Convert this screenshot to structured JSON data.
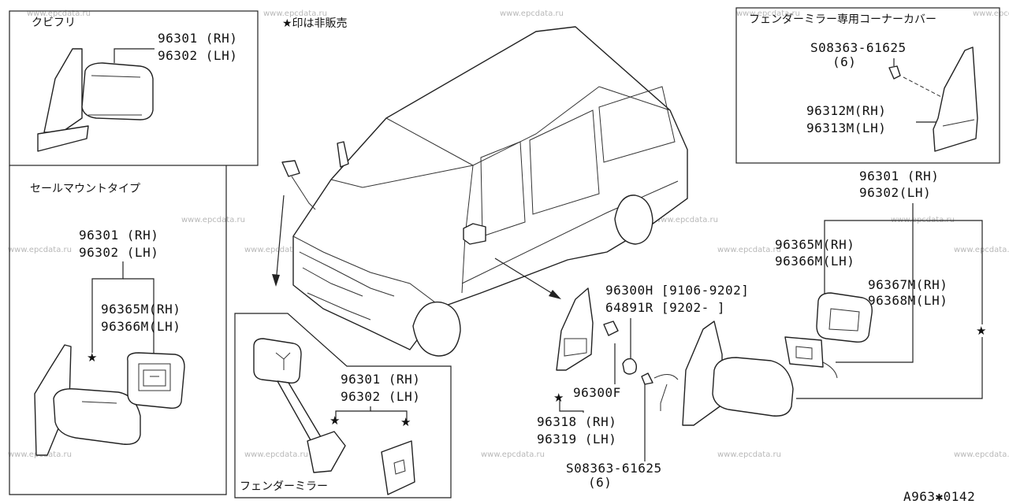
{
  "watermark": "www.epcdata.ru",
  "legend": "★印は非販売",
  "footer_code": "A963✱0142",
  "panels": {
    "kubifuri": {
      "title": "クビフリ",
      "parts": [
        "96301 (RH)",
        "96302 (LH)"
      ]
    },
    "sill_mount": {
      "title": "セールマウントタイプ",
      "parts": [
        "96301 (RH)",
        "96302 (LH)"
      ],
      "sub_parts": [
        "96365M(RH)",
        "96366M(LH)"
      ]
    },
    "fender_mirror": {
      "title": "フェンダーミラー",
      "parts": [
        "96301 (RH)",
        "96302 (LH)"
      ]
    },
    "fender_cover": {
      "title": "フェンダーミラー専用コーナーカバー",
      "screw": "S08363-61625",
      "screw_qty": "(6)",
      "parts": [
        "96312M(RH)",
        "96313M(LH)"
      ]
    }
  },
  "main": {
    "mirror_parts": [
      "96301 (RH)",
      "96302(LH)"
    ],
    "glass": [
      "96365M(RH)",
      "96366M(LH)"
    ],
    "actuator": [
      "96367M(RH)",
      "96368M(LH)"
    ],
    "harness": [
      "96300H [9106-9202]",
      "64891R [9202-   ]"
    ],
    "finisher": "96300F",
    "cover": [
      "96318 (RH)",
      "96319 (LH)"
    ],
    "screw": "S08363-61625",
    "screw_qty": "(6)"
  },
  "star": "★"
}
